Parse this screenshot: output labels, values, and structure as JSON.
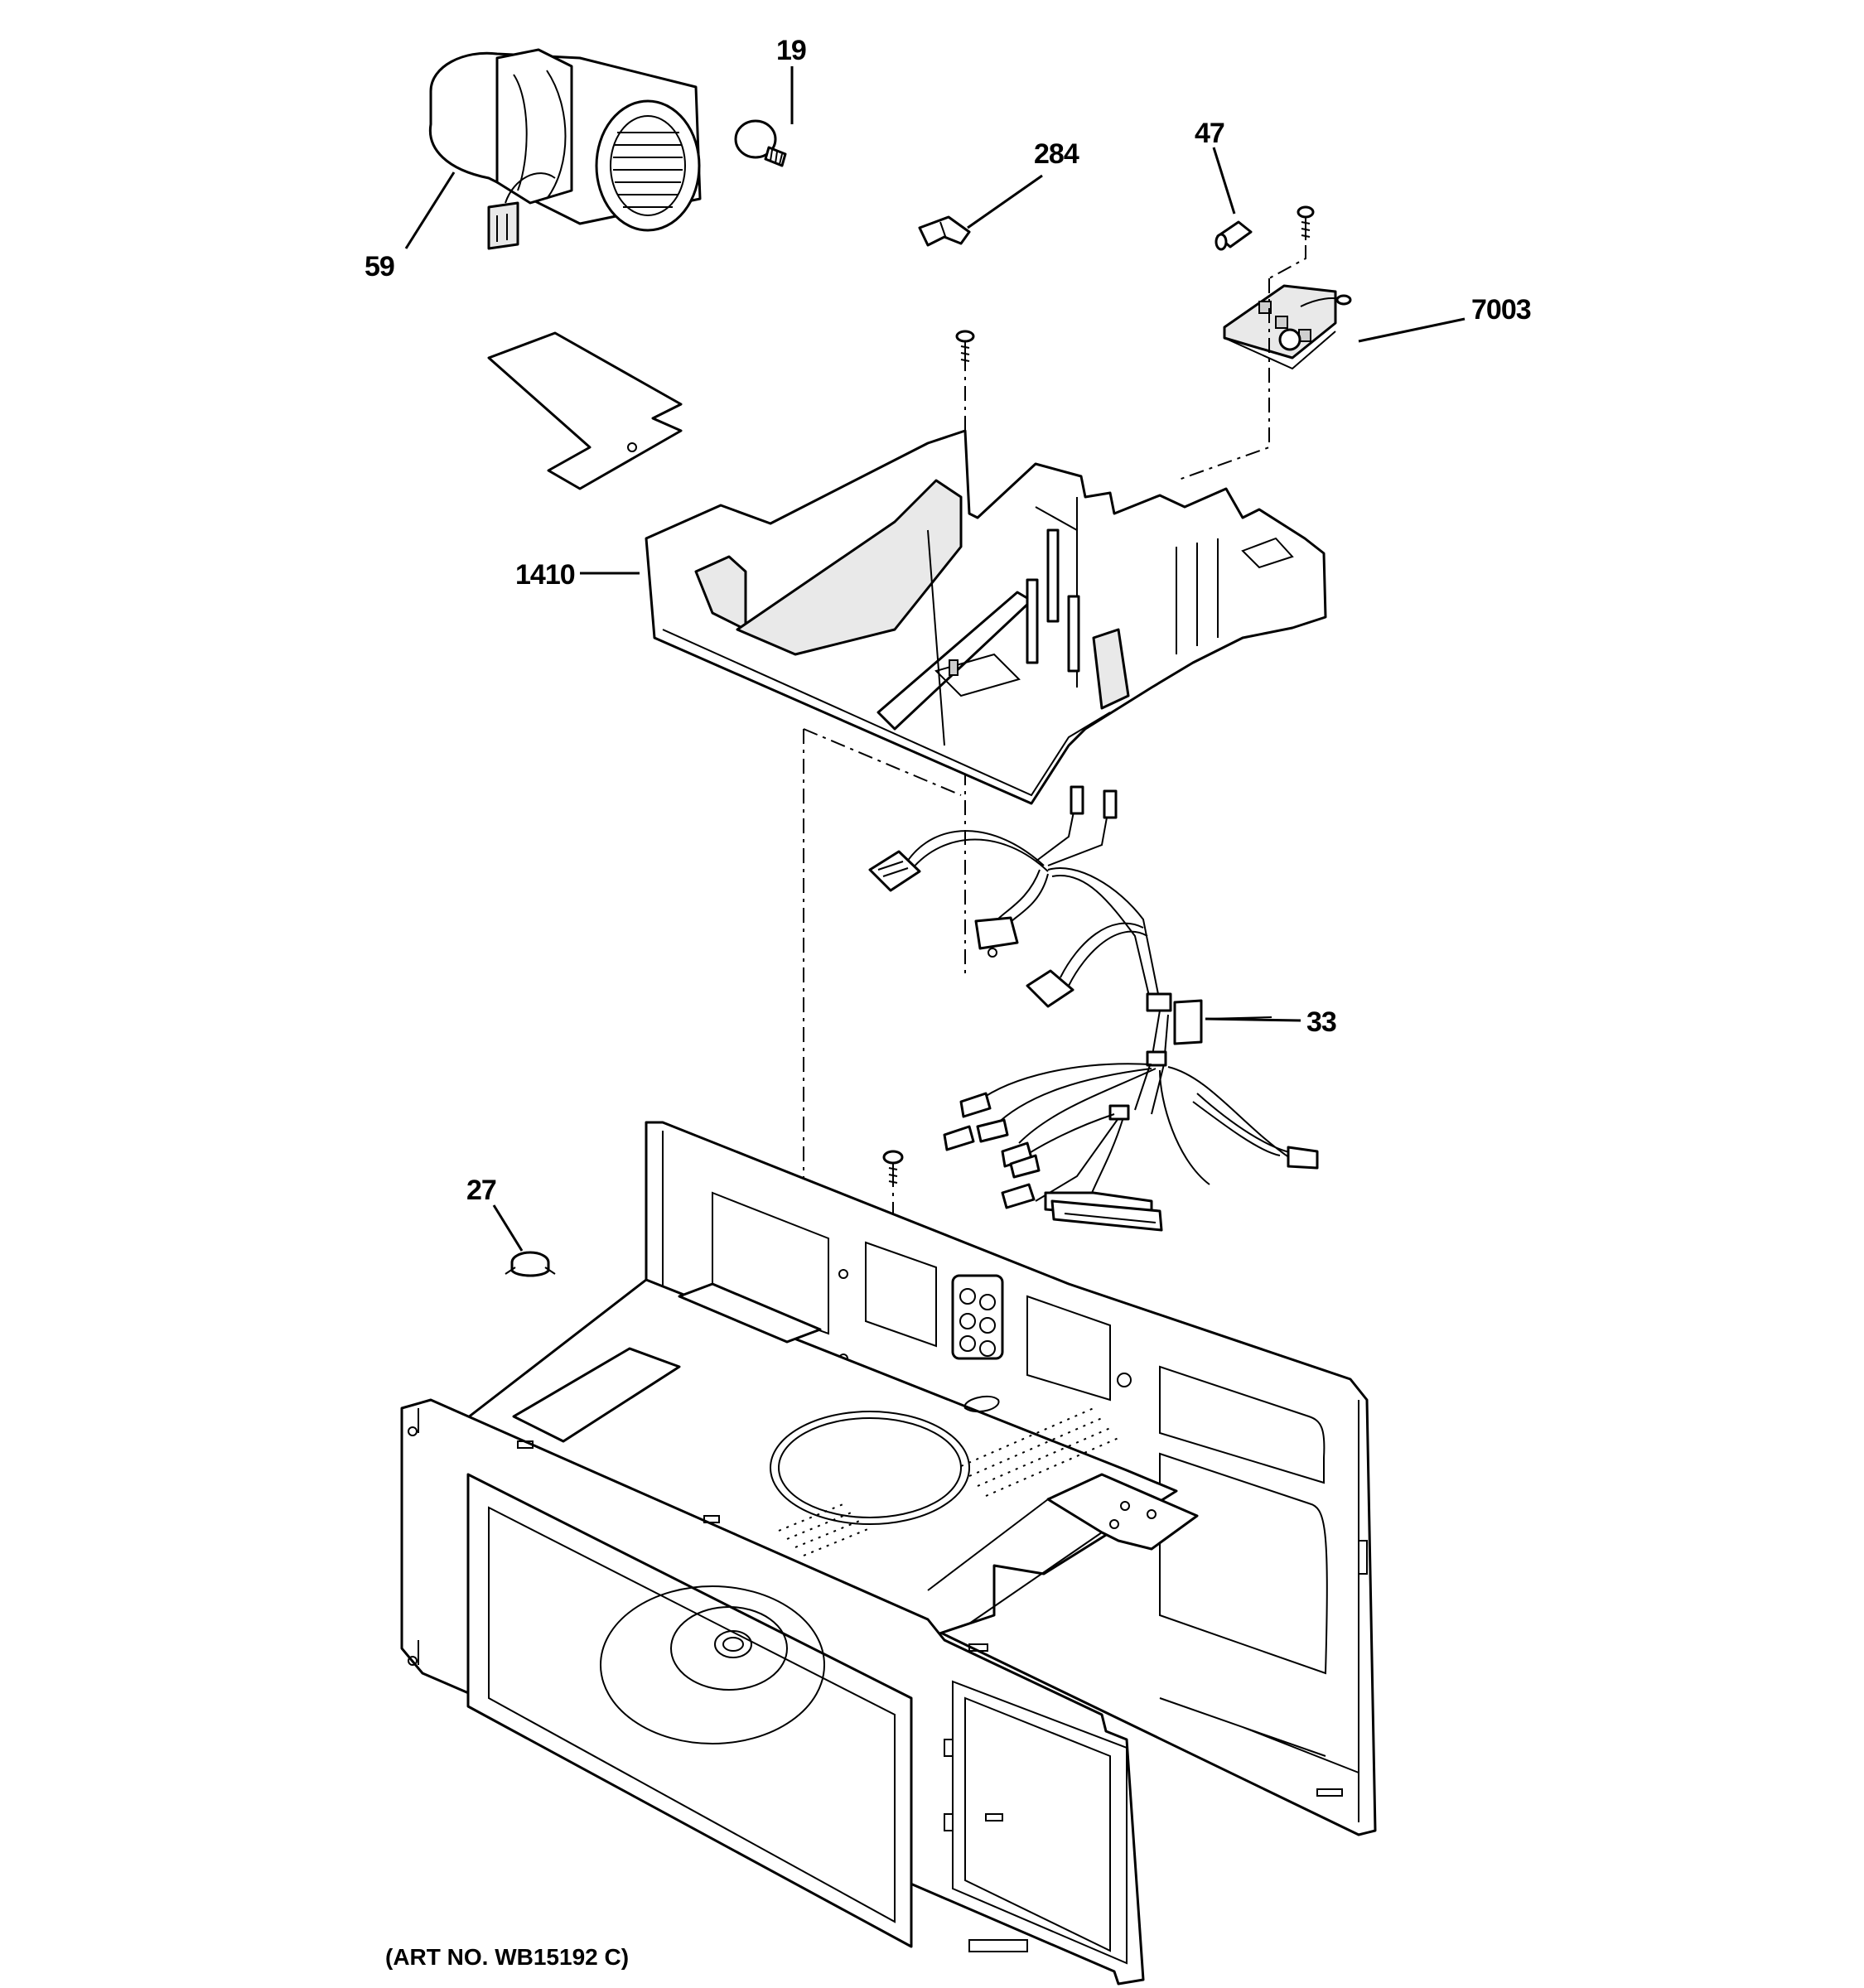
{
  "callouts": {
    "fan_motor": "59",
    "bulb": "19",
    "clip": "284",
    "fuse": "47",
    "board": "7003",
    "duct": "1410",
    "harness": "33",
    "thermostat": "27"
  },
  "art_number": "(ART NO. WB15192 C)"
}
